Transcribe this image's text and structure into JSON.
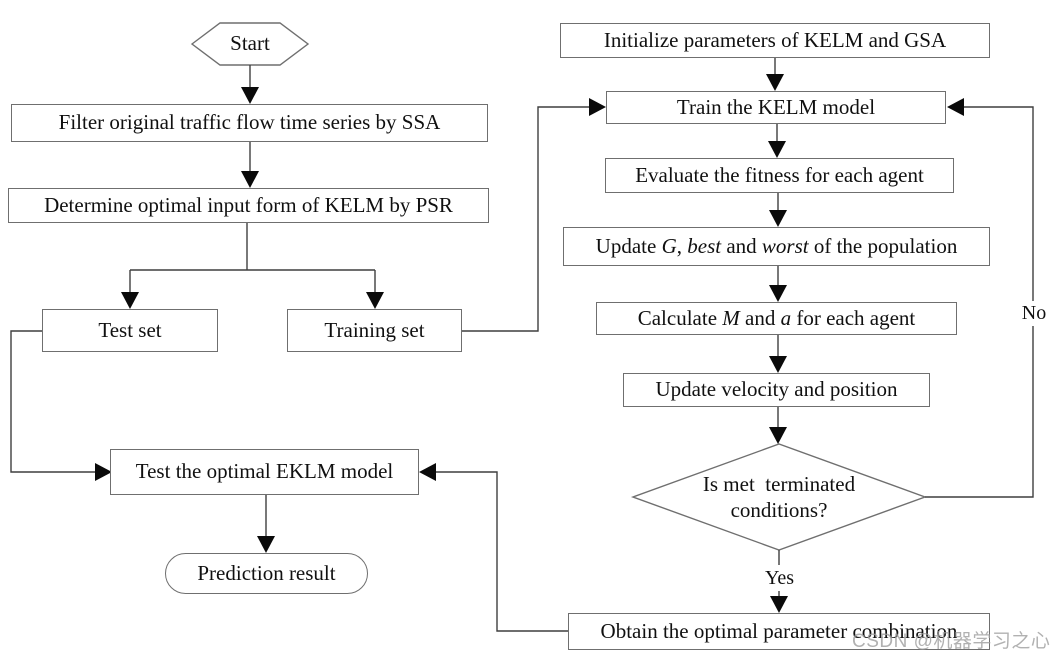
{
  "nodes": {
    "start": "Start",
    "filter": "Filter original traffic flow time series by SSA",
    "psr": "Determine optimal input form of KELM by PSR",
    "test_set": "Test set",
    "training_set": "Training set",
    "test_model": "Test the optimal EKLM model",
    "prediction": "Prediction result",
    "init": "Initialize parameters of KELM and GSA",
    "train": "Train the KELM model",
    "evaluate": "Evaluate the fitness for each agent",
    "update_g_parts": {
      "p1": "Update ",
      "i1": "G",
      "p2": ", ",
      "i2": "best",
      "p3": " and ",
      "i3": "worst",
      "p4": " of the population"
    },
    "calculate_parts": {
      "p1": "Calculate ",
      "i1": "M",
      "p2": " and ",
      "i2": "a",
      "p3": " for each agent"
    },
    "velocity": "Update velocity and position",
    "decision": "Is met  terminated\nconditions?",
    "obtain": "Obtain the optimal parameter combination"
  },
  "edge_labels": {
    "yes": "Yes",
    "no": "No"
  },
  "edges": [
    {
      "from": "start",
      "to": "filter"
    },
    {
      "from": "filter",
      "to": "psr"
    },
    {
      "from": "psr",
      "to": "test_set"
    },
    {
      "from": "psr",
      "to": "training_set"
    },
    {
      "from": "test_set",
      "to": "test_model"
    },
    {
      "from": "training_set",
      "to": "train"
    },
    {
      "from": "test_model",
      "to": "prediction"
    },
    {
      "from": "init",
      "to": "train"
    },
    {
      "from": "train",
      "to": "evaluate"
    },
    {
      "from": "evaluate",
      "to": "update_g"
    },
    {
      "from": "update_g",
      "to": "calculate"
    },
    {
      "from": "calculate",
      "to": "velocity"
    },
    {
      "from": "velocity",
      "to": "decision"
    },
    {
      "from": "decision",
      "to": "obtain",
      "label": "Yes"
    },
    {
      "from": "decision",
      "to": "train",
      "label": "No"
    },
    {
      "from": "obtain",
      "to": "test_model"
    }
  ],
  "watermark": "CSDN @机器学习之心",
  "colors": {
    "line": "#3f3f3f",
    "border": "#6f6f6f",
    "arrow": "#0a0a0a",
    "text": "#101010",
    "watermark": "#9e9e9e"
  }
}
